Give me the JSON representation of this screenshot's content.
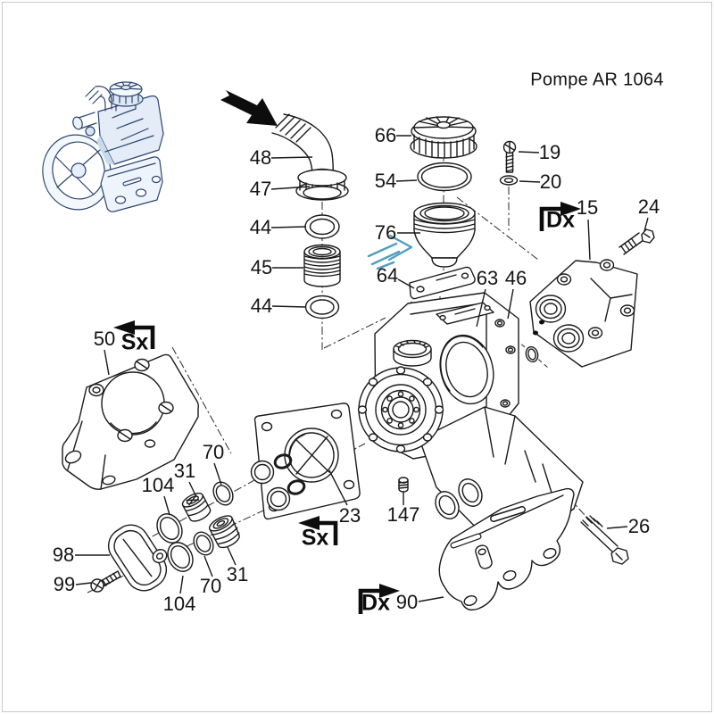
{
  "title": "Pompe AR 1064",
  "markers": {
    "sx_top": "Sx",
    "sx_bottom": "Sx",
    "dx_top": "Dx",
    "dx_bottom": "Dx"
  },
  "colors": {
    "line": "#1a1a1a",
    "annotation_arrow_blue": "#4f9fc0",
    "direction_arrow_black": "#0d0d0d",
    "thumbnail_stroke": "#2d4470",
    "background": "#ffffff"
  },
  "callouts": [
    {
      "part": "48",
      "label": "48"
    },
    {
      "part": "47",
      "label": "47"
    },
    {
      "part": "44",
      "label": "44"
    },
    {
      "part": "45",
      "label": "45"
    },
    {
      "part": "44",
      "label": "44"
    },
    {
      "part": "66",
      "label": "66"
    },
    {
      "part": "54",
      "label": "54"
    },
    {
      "part": "76",
      "label": "76"
    },
    {
      "part": "64",
      "label": "64"
    },
    {
      "part": "19",
      "label": "19"
    },
    {
      "part": "20",
      "label": "20"
    },
    {
      "part": "15",
      "label": "15"
    },
    {
      "part": "24",
      "label": "24"
    },
    {
      "part": "63",
      "label": "63"
    },
    {
      "part": "46",
      "label": "46"
    },
    {
      "part": "50",
      "label": "50"
    },
    {
      "part": "104",
      "label": "104"
    },
    {
      "part": "31",
      "label": "31"
    },
    {
      "part": "70",
      "label": "70"
    },
    {
      "part": "23",
      "label": "23"
    },
    {
      "part": "147",
      "label": "147"
    },
    {
      "part": "98",
      "label": "98"
    },
    {
      "part": "99",
      "label": "99"
    },
    {
      "part": "104",
      "label": "104"
    },
    {
      "part": "70",
      "label": "70"
    },
    {
      "part": "31",
      "label": "31"
    },
    {
      "part": "26",
      "label": "26"
    },
    {
      "part": "90",
      "label": "90"
    }
  ]
}
